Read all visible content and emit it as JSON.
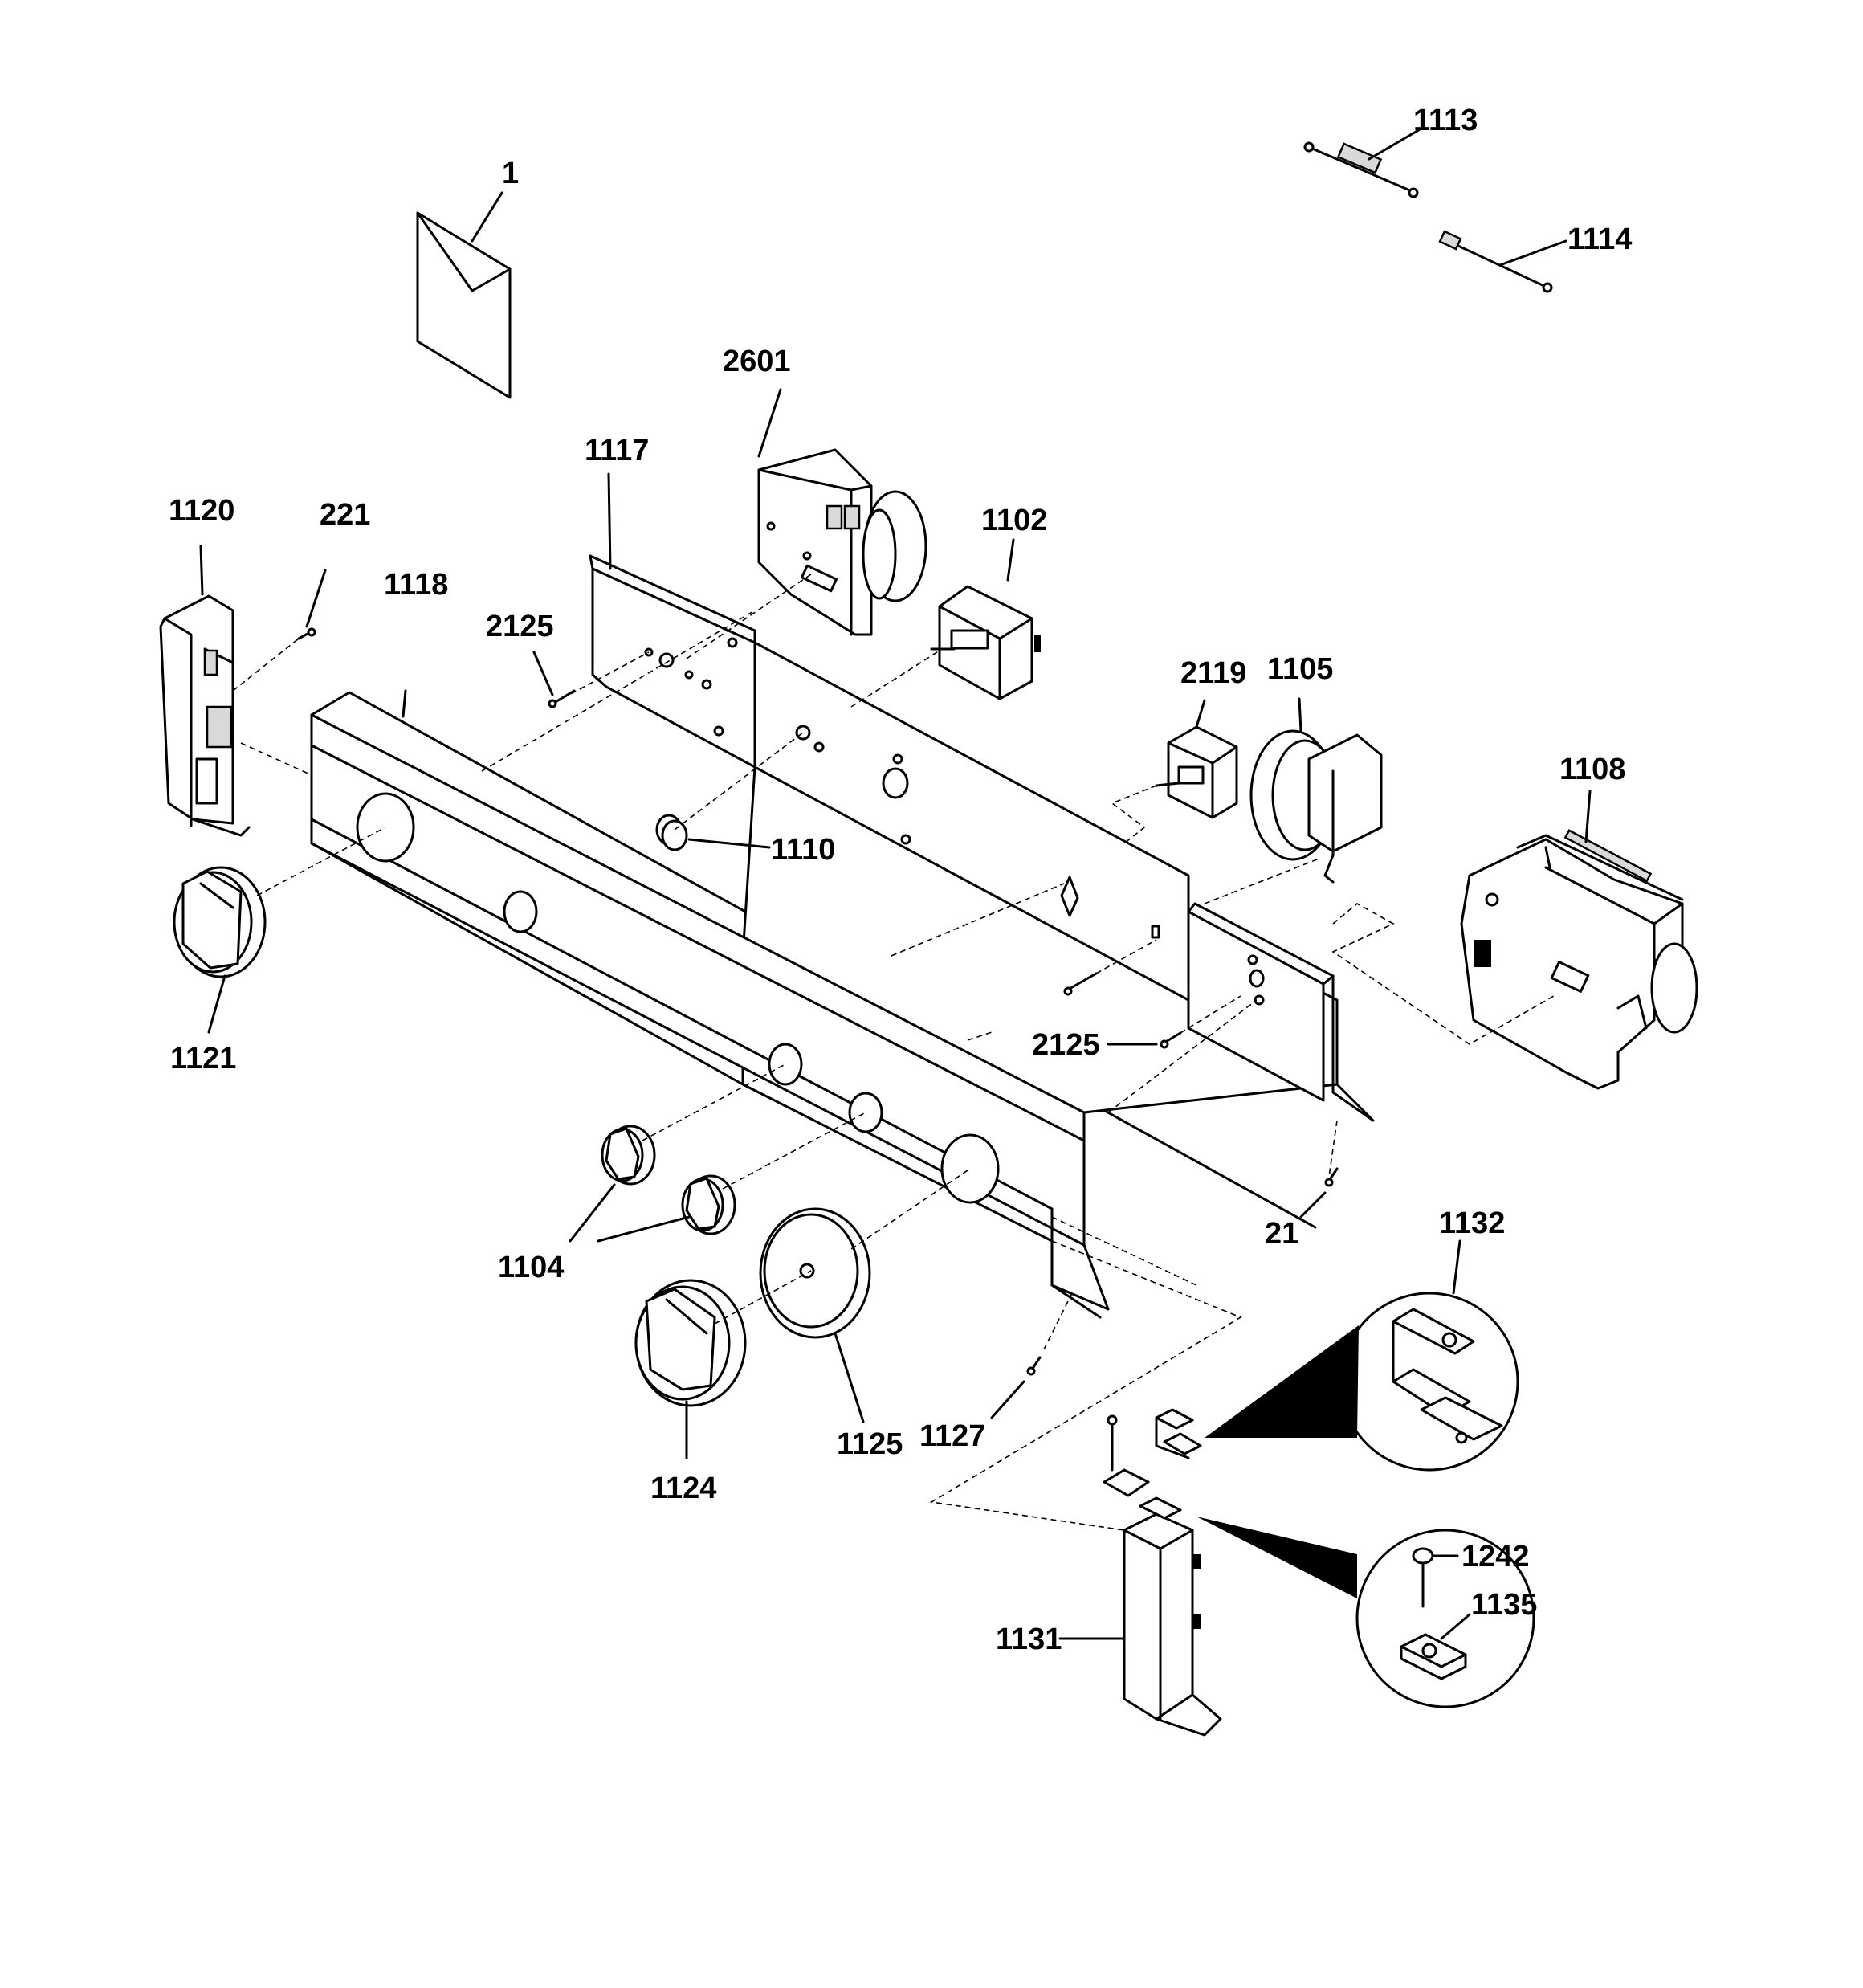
{
  "labels": {
    "l1": "1",
    "l1113": "1113",
    "l1114": "1114",
    "l2601": "2601",
    "l1117": "1117",
    "l1102": "1102",
    "l1120": "1120",
    "l221": "221",
    "l1118": "1118",
    "l2125a": "2125",
    "l2119": "2119",
    "l1105": "1105",
    "l1108": "1108",
    "l1110": "1110",
    "l1121": "1121",
    "l2125b": "2125",
    "l21": "21",
    "l1104": "1104",
    "l1132": "1132",
    "l1124": "1124",
    "l1125": "1125",
    "l1127": "1127",
    "l1242": "1242",
    "l1135": "1135",
    "l1131": "1131"
  }
}
